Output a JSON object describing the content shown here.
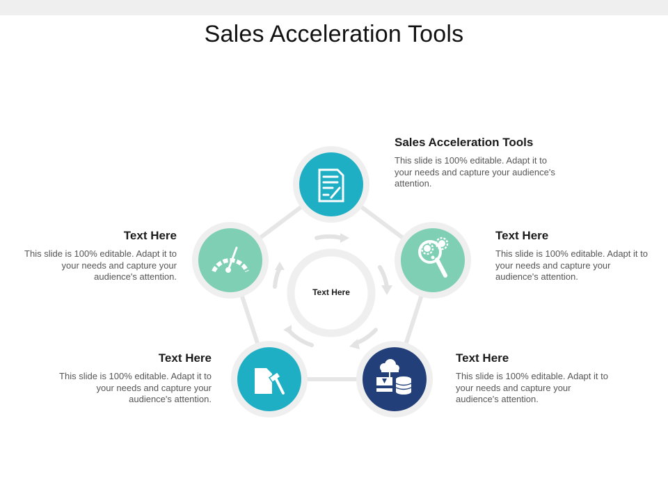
{
  "title": "Sales Acceleration Tools",
  "center_label": "Text Here",
  "colors": {
    "teal": "#1eafc4",
    "mint": "#7ecfb3",
    "navy": "#233f79",
    "ring": "#efefef",
    "connector": "#e6e6e6"
  },
  "nodes": [
    {
      "id": "top",
      "icon": "document-checklist-icon",
      "color": "teal",
      "heading": "Sales Acceleration Tools",
      "body": "This slide is 100% editable. Adapt it to your needs and capture your audience's attention."
    },
    {
      "id": "right",
      "icon": "magnifier-gears-icon",
      "color": "mint",
      "heading": "Text Here",
      "body": "This slide is 100% editable. Adapt it to your needs and capture your audience's attention."
    },
    {
      "id": "bottom-right",
      "icon": "cloud-database-icon",
      "color": "navy",
      "heading": "Text Here",
      "body": "This slide is 100% editable. Adapt it to your needs and capture your audience's attention."
    },
    {
      "id": "bottom-left",
      "icon": "document-gavel-icon",
      "color": "teal",
      "heading": "Text Here",
      "body": "This slide is 100% editable. Adapt it to your needs and capture your audience's attention."
    },
    {
      "id": "left",
      "icon": "speedometer-icon",
      "color": "mint",
      "heading": "Text Here",
      "body": "This slide is 100% editable. Adapt it to your needs and capture your audience's attention."
    }
  ]
}
